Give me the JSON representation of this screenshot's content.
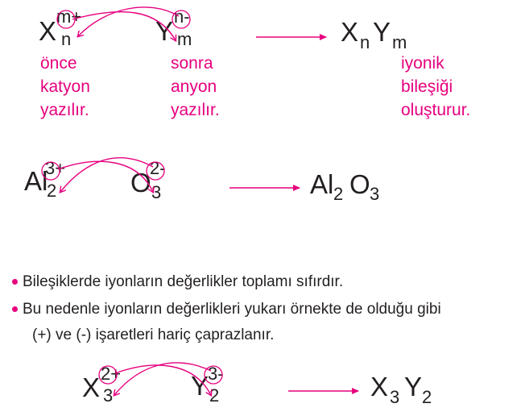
{
  "colors": {
    "accent": "#e6007e",
    "text": "#231f20"
  },
  "example1": {
    "cation": {
      "symbol": "X",
      "charge": "m+",
      "count": "n"
    },
    "anion": {
      "symbol": "Y",
      "charge": "n-",
      "count": "m"
    },
    "product": {
      "s1": "X",
      "n1": "n",
      "s2": "Y",
      "n2": "m"
    },
    "note_cation": [
      "önce",
      "katyon",
      "yazılır."
    ],
    "note_anion": [
      "sonra",
      "anyon",
      "yazılır."
    ],
    "note_product": [
      "iyonik",
      "bileşiği",
      "oluşturur."
    ]
  },
  "example2": {
    "cation": {
      "symbol": "Al",
      "charge": "3+",
      "count": "2"
    },
    "anion": {
      "symbol": "O",
      "charge": "2-",
      "count": "3"
    },
    "product": {
      "s1": "Al",
      "n1": "2",
      "s2": "O",
      "n2": "3"
    }
  },
  "bullets": [
    "Bileşiklerde iyonların değerlikler toplamı sıfırdır.",
    "Bu nedenle iyonların değerlikleri yukarı örnekte de olduğu gibi",
    "(+) ve (-) işaretleri hariç çaprazlanır."
  ],
  "example3": {
    "cation": {
      "symbol": "X",
      "charge": "2+",
      "count": "3"
    },
    "anion": {
      "symbol": "Y",
      "charge": "3-",
      "count": "2"
    },
    "product": {
      "s1": "X",
      "n1": "3",
      "s2": "Y",
      "n2": "2"
    }
  }
}
